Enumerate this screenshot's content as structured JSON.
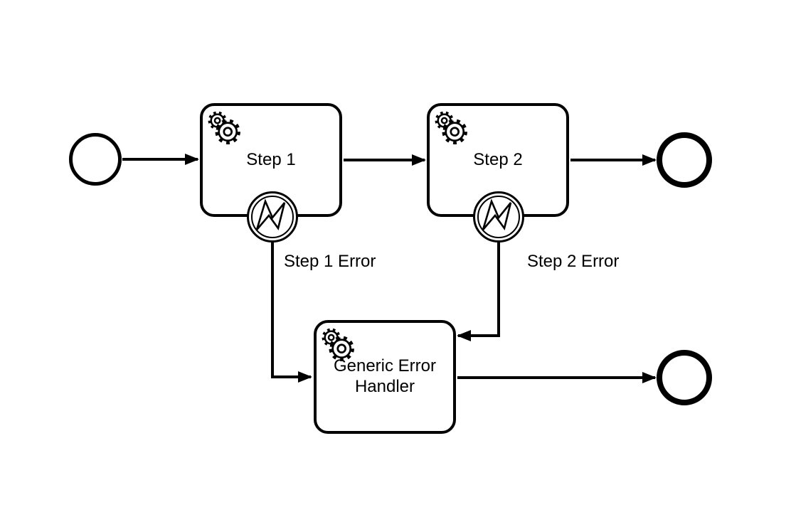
{
  "diagram": {
    "kind": "bpmn-process-diagram",
    "colors": {
      "stroke": "#000000",
      "fill": "#ffffff",
      "background": "#ffffff"
    },
    "tasks": {
      "step1": {
        "label": "Step 1",
        "icon": "service-gears-icon"
      },
      "step2": {
        "label": "Step 2",
        "icon": "service-gears-icon"
      },
      "error_handler": {
        "label": "Generic Error Handler",
        "icon": "service-gears-icon"
      }
    },
    "events": {
      "start": {
        "type": "start-event"
      },
      "end_main": {
        "type": "end-event"
      },
      "end_error": {
        "type": "end-event"
      },
      "boundary_step1": {
        "type": "error-boundary-event",
        "icon": "error-lightning-icon"
      },
      "boundary_step2": {
        "type": "error-boundary-event",
        "icon": "error-lightning-icon"
      }
    },
    "edge_labels": {
      "step1_error": "Step 1 Error",
      "step2_error": "Step 2 Error"
    }
  }
}
